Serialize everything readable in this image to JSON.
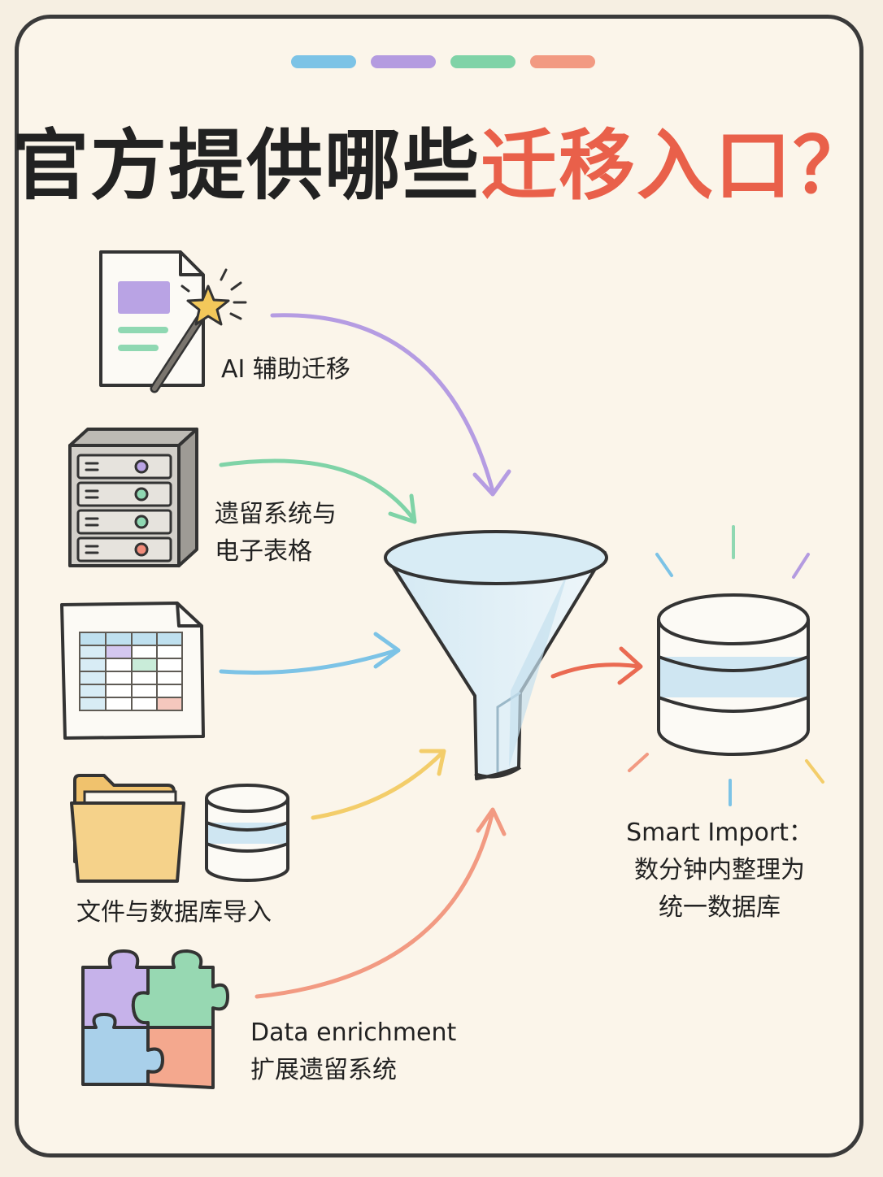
{
  "colors": {
    "accent": "#e9604a",
    "dash_colors": [
      "#7cc3e6",
      "#b49be0",
      "#7fd3a7",
      "#f29a82"
    ]
  },
  "title": {
    "main": "官方提供哪些",
    "accent": "迁移入口？"
  },
  "sources": [
    {
      "icon": "magic-document-icon",
      "lines": [
        "AI 辅助迁移"
      ]
    },
    {
      "icon": "server-icon",
      "lines": [
        "遗留系统与",
        "电子表格"
      ]
    },
    {
      "icon": "spreadsheet-icon",
      "lines": []
    },
    {
      "icon": "folder-database-icon",
      "lines": [
        "文件与数据库导入"
      ]
    },
    {
      "icon": "puzzle-icon",
      "lines": [
        "Data enrichment",
        "扩展遗留系统"
      ]
    }
  ],
  "hub": {
    "icon": "funnel-icon"
  },
  "target": {
    "icon": "database-icon",
    "lines": [
      "Smart Import：",
      "数分钟内整理为",
      "统一数据库"
    ]
  }
}
